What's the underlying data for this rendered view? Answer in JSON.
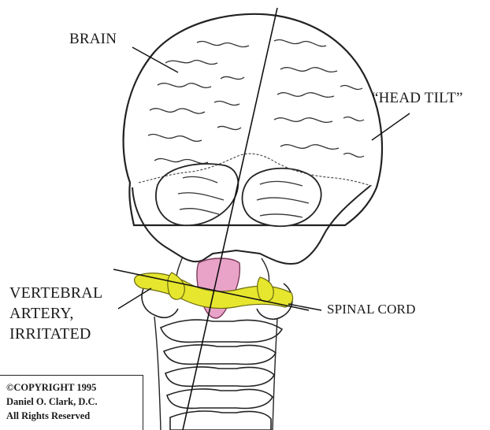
{
  "labels": {
    "brain": "BRAIN",
    "head_tilt": "“HEAD TILT”",
    "vertebral_artery": [
      "VERTEBRAL",
      "ARTERY,",
      "IRRITATED"
    ],
    "spinal_cord": "SPINAL CORD"
  },
  "copyright": {
    "line1": "©COPYRIGHT 1995",
    "line2": "Daniel O. Clark, D.C.",
    "line3": "All Rights Reserved"
  },
  "colors": {
    "ink": "#1a1a1a",
    "artery_highlight": "#e6e62e",
    "spinal_cord_highlight": "#e9a3c8",
    "background": "#ffffff"
  }
}
